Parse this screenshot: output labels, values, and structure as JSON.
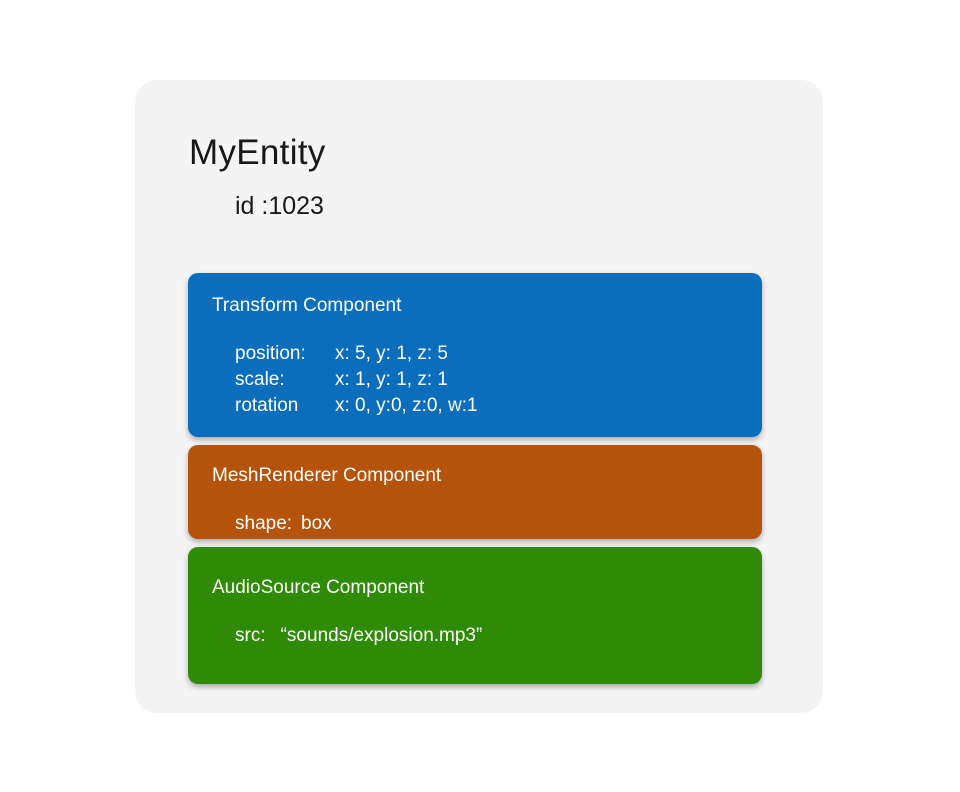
{
  "entity": {
    "title": "MyEntity",
    "id": "id :1023"
  },
  "components": [
    {
      "name": "Transform Component",
      "color": "#0a6ebd",
      "rows": [
        {
          "label": "position:",
          "value": "x: 5, y: 1, z: 5"
        },
        {
          "label": "scale:",
          "value": "x: 1, y: 1, z: 1"
        },
        {
          "label": "rotation",
          "value": "x: 0, y:0, z:0, w:1"
        }
      ]
    },
    {
      "name": "MeshRenderer Component",
      "color": "#b45309",
      "rows": [
        {
          "label": "shape:",
          "value": "box"
        }
      ]
    },
    {
      "name": "AudioSource Component",
      "color": "#2f8b06",
      "rows": [
        {
          "label": "src:",
          "value": "“sounds/explosion.mp3”"
        }
      ]
    }
  ]
}
